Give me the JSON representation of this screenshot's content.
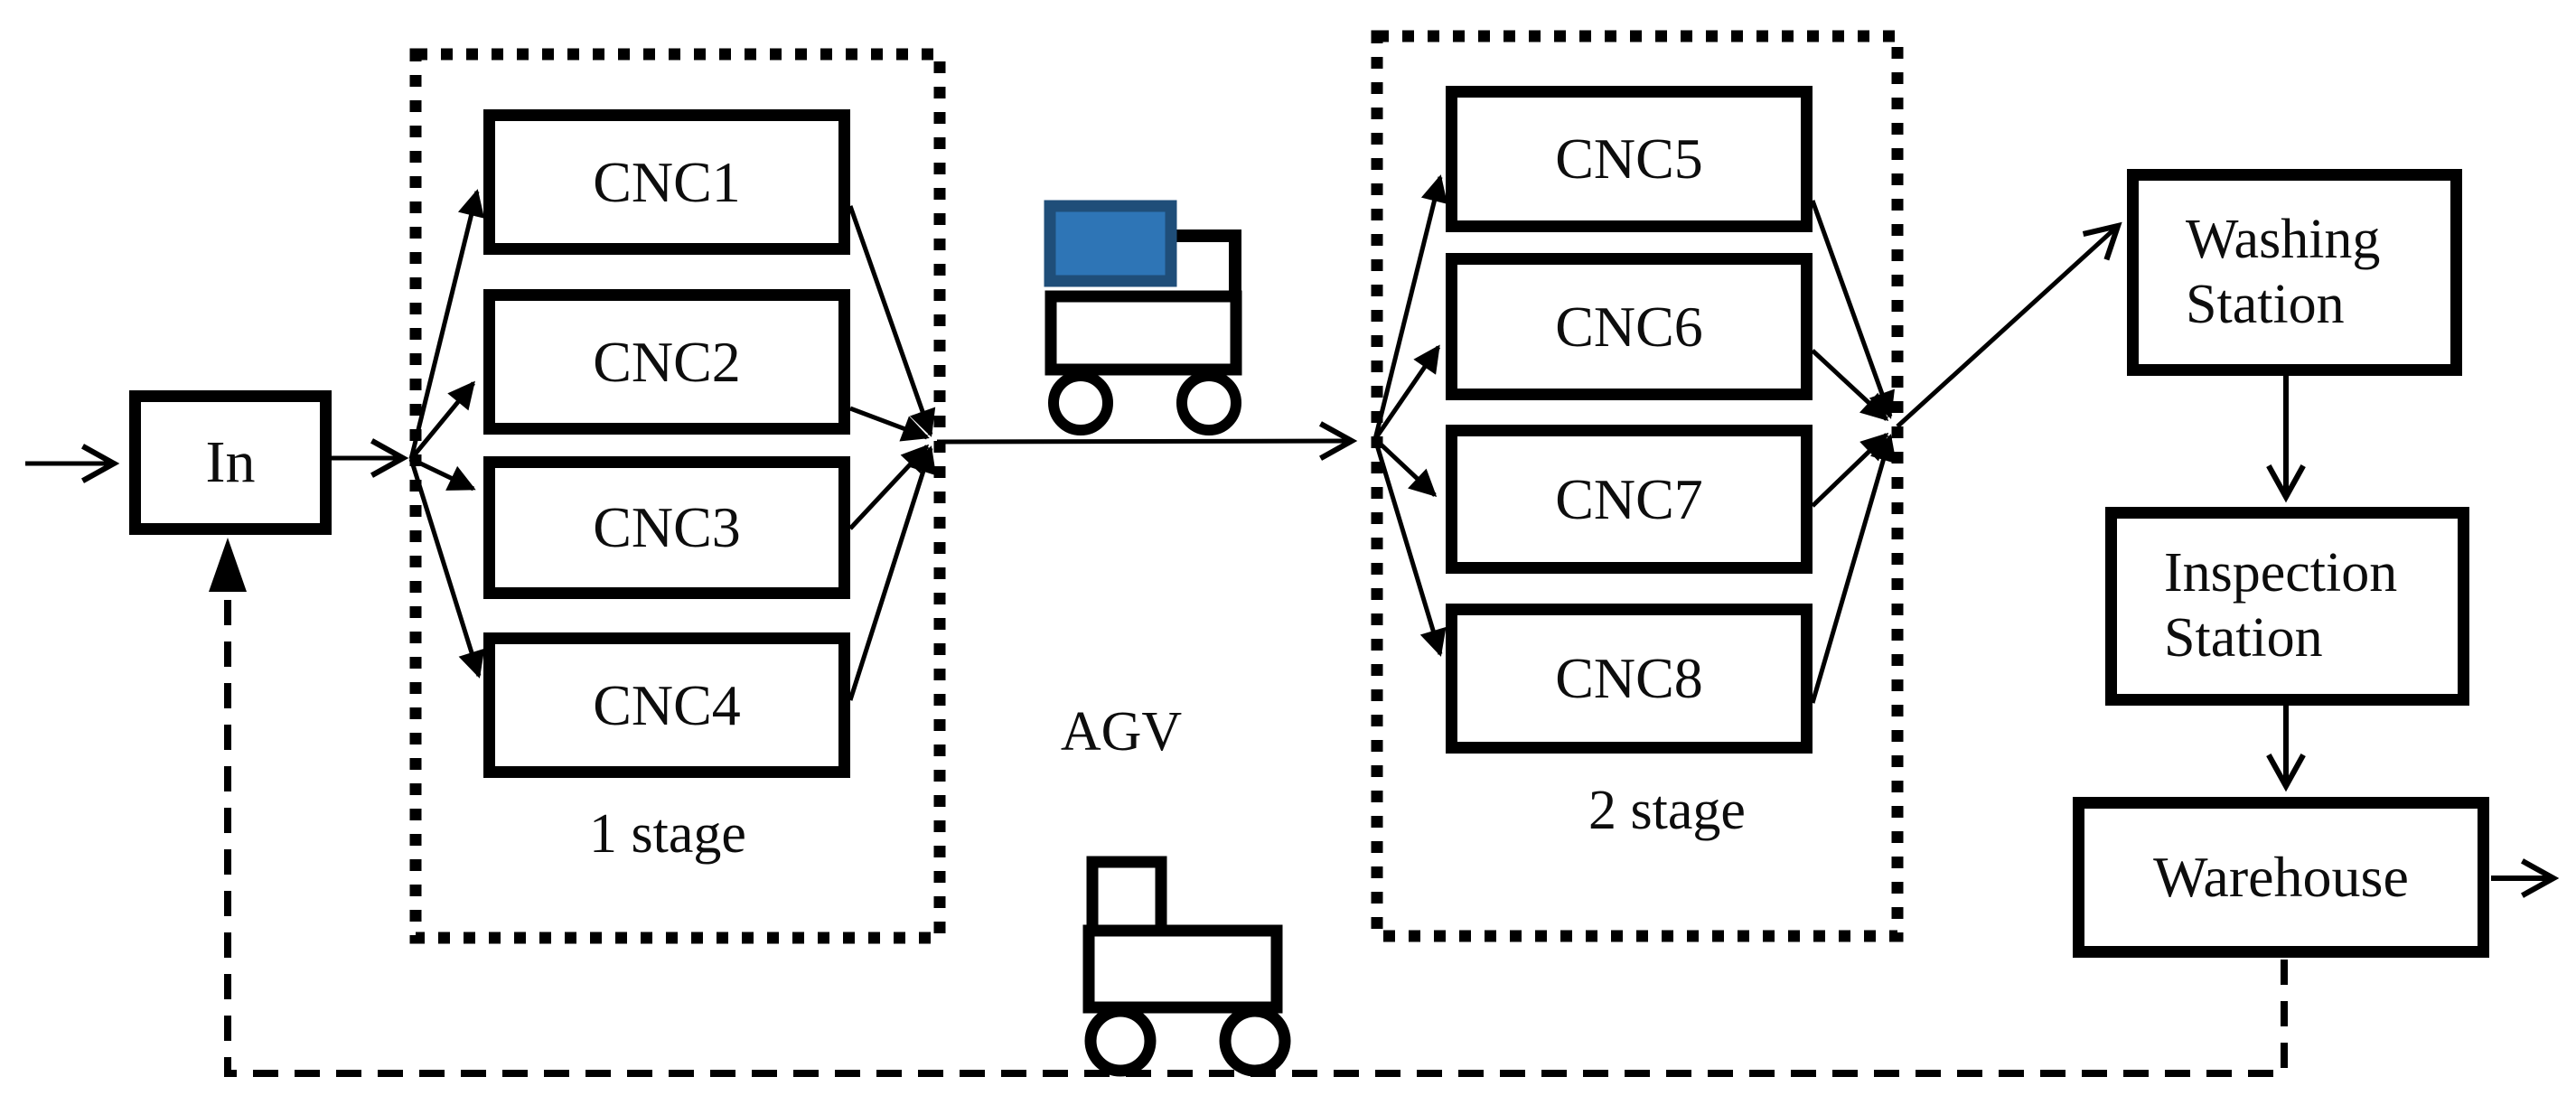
{
  "diagram": {
    "entry": {
      "in_label": "In"
    },
    "stage1": {
      "label": "1 stage",
      "machines": [
        "CNC1",
        "CNC2",
        "CNC3",
        "CNC4"
      ]
    },
    "stage2": {
      "label": "2 stage",
      "machines": [
        "CNC5",
        "CNC6",
        "CNC7",
        "CNC8"
      ]
    },
    "agv": {
      "label": "AGV"
    },
    "washing_station": {
      "line1": "Washing",
      "line2": "Station"
    },
    "inspection_station": {
      "line1": "Inspection",
      "line2": "Station"
    },
    "warehouse": {
      "label": "Warehouse"
    },
    "colors": {
      "line": "#000000",
      "agv_load_fill": "#2e75b6",
      "agv_load_border": "#1f4e79",
      "background": "#ffffff"
    }
  }
}
